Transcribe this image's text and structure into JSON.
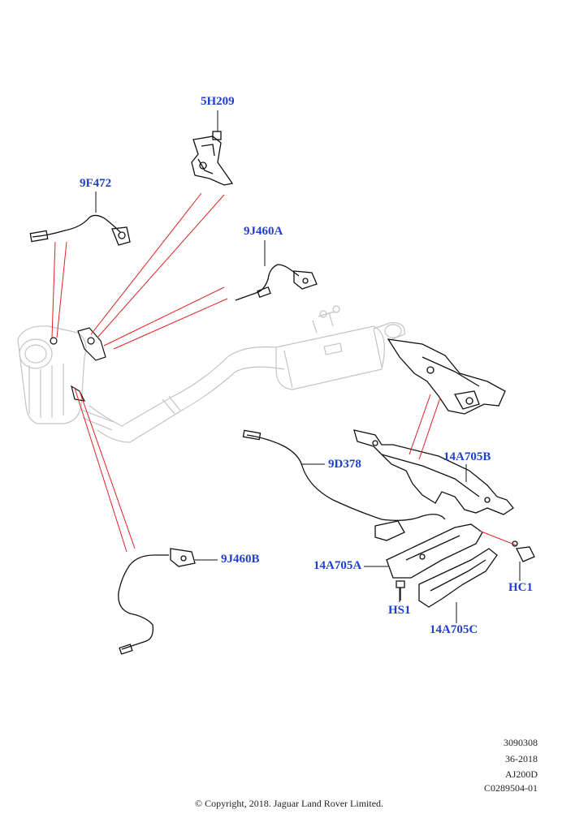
{
  "callouts": {
    "c_5H209": "5H209",
    "c_9F472": "9F472",
    "c_9J460A": "9J460A",
    "c_9D378": "9D378",
    "c_14A705B": "14A705B",
    "c_9J460B": "9J460B",
    "c_14A705A": "14A705A",
    "c_HS1": "HS1",
    "c_HC1": "HC1",
    "c_14A705C": "14A705C"
  },
  "meta": {
    "line1": "3090308",
    "line2": "36-2018",
    "line3": "AJ200D",
    "line4": "C0289504-01"
  },
  "copyright": "© Copyright, 2018. Jaguar Land Rover Limited.",
  "colors": {
    "callout": "#1f3fcf",
    "leader": "#e02020",
    "part": "#111111",
    "ghost": "#bdbdbd"
  }
}
